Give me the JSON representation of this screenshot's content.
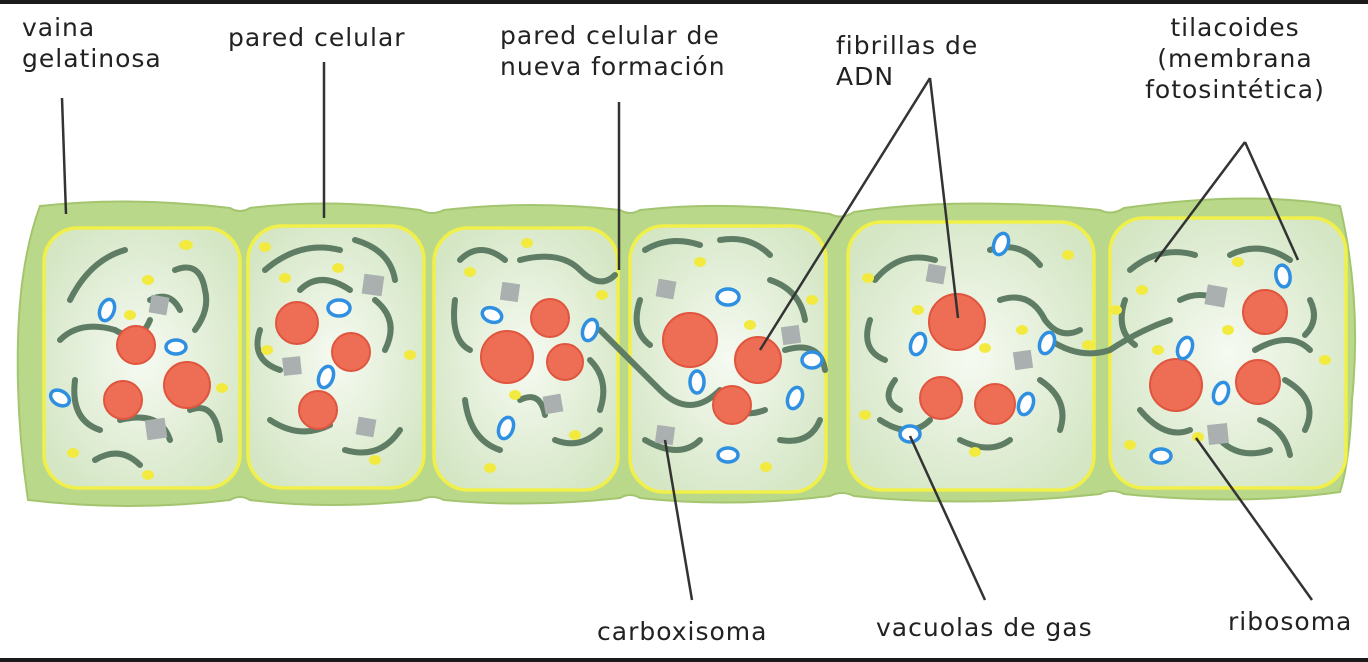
{
  "diagram": {
    "labels": {
      "vaina": [
        "vaina",
        "gelatinosa"
      ],
      "pared": [
        "pared celular"
      ],
      "nueva_pared": [
        "pared celular de",
        "nueva formación"
      ],
      "adn": [
        "fibrillas de",
        "ADN"
      ],
      "tilacoides": [
        "tilacoides",
        "(membrana",
        "fotosintética)"
      ],
      "carboxisoma": [
        "carboxisoma"
      ],
      "vacuolas": [
        "vacuolas de gas"
      ],
      "ribosoma": [
        "ribosoma"
      ]
    },
    "colors": {
      "sheath": "#b9d88a",
      "sheath_stroke": "#a4c56f",
      "cell_wall": "#f1ef4a",
      "cytoplasm_edge": "#d4e6c4",
      "cytoplasm_center": "#f6faf2",
      "thylakoid": "#5e7d64",
      "dna": "#ee6d55",
      "gas_vacuole": "#2f8fe0",
      "ribosome": "#f3ea40",
      "carboxysome": "#aab0b0",
      "leader": "#333333"
    },
    "cells": 6
  }
}
